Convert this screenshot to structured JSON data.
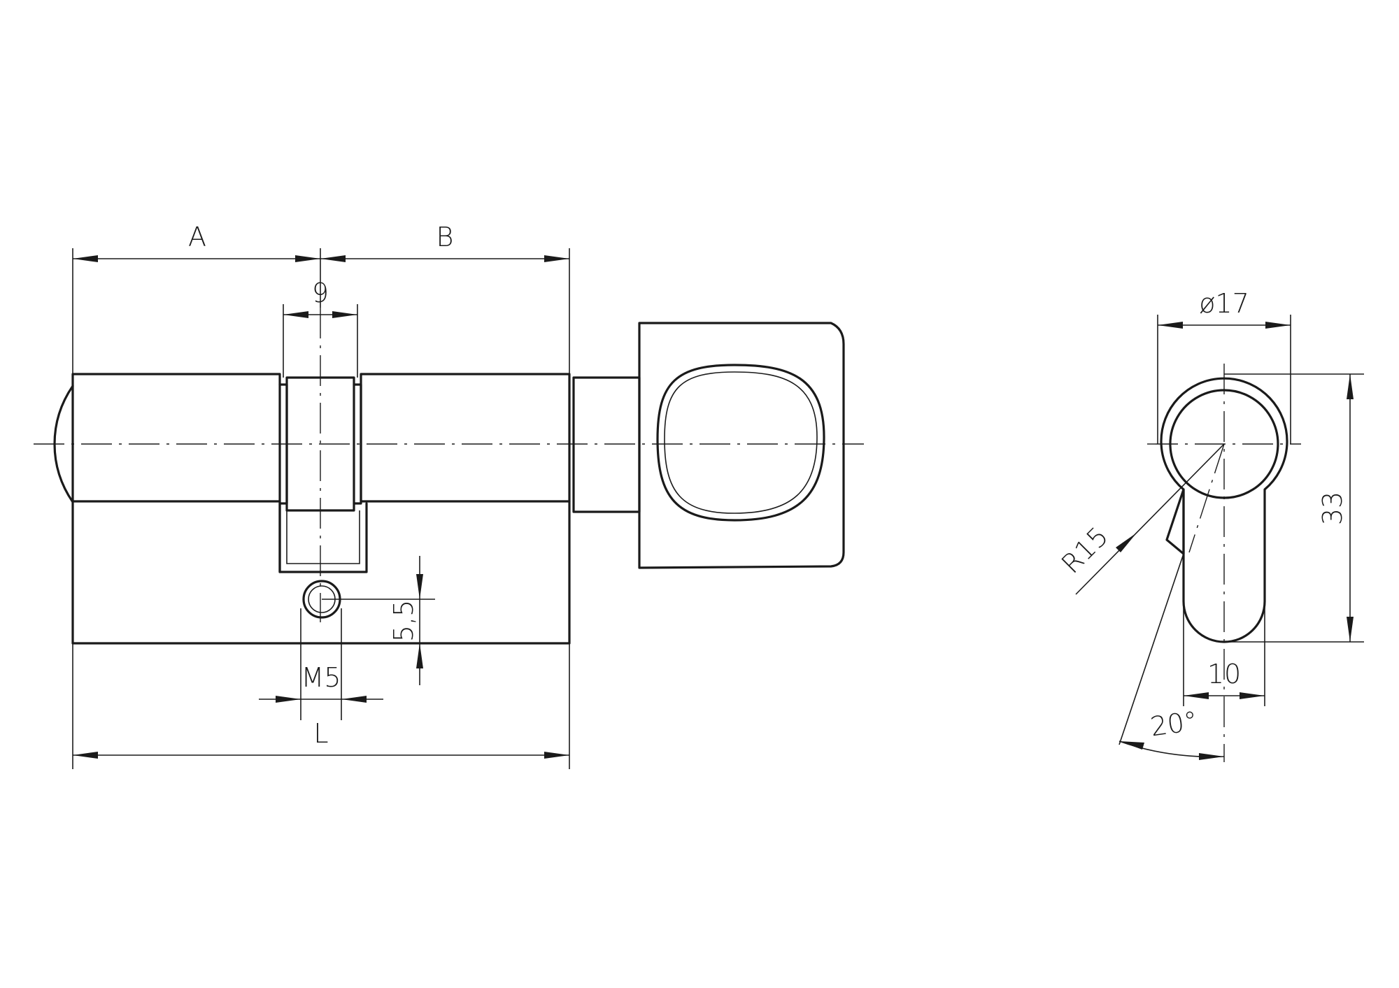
{
  "dimensions": {
    "front": {
      "length_a": "A",
      "length_b": "B",
      "cam_width": "9",
      "screw_thread": "M5",
      "screw_offset": "5,5",
      "total_length": "L"
    },
    "side": {
      "diameter": "ø17",
      "height": "33",
      "radius": "R15",
      "width": "10",
      "angle": "20°"
    }
  }
}
